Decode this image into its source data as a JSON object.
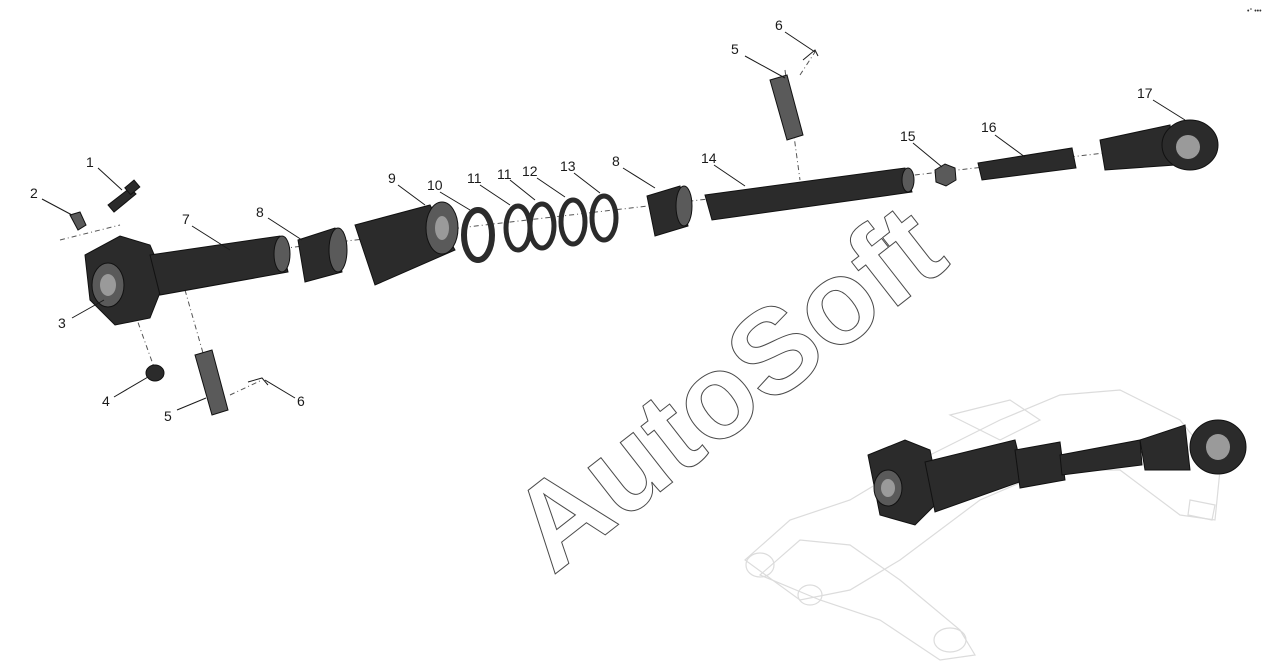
{
  "diagram": {
    "callouts": [
      "1",
      "2",
      "3",
      "4",
      "5",
      "5",
      "6",
      "6",
      "7",
      "8",
      "8",
      "9",
      "10",
      "11",
      "11",
      "12",
      "13",
      "14",
      "15",
      "16",
      "17"
    ]
  },
  "watermark": {
    "text": "AutoSoft"
  },
  "corner_mark": {
    "text": "•° •••"
  },
  "colors": {
    "part": "#2b2b2b",
    "leader": "#1a1a1a",
    "ghost": "#dcdcdc",
    "watermark_stroke": "#4a4a4a"
  }
}
